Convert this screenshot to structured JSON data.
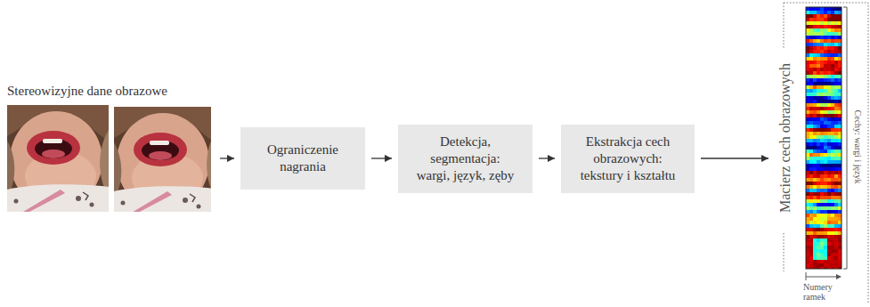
{
  "diagram": {
    "nodes": [
      {
        "text": [
          "Stereowizyjne dane obrazowe"
        ]
      },
      {
        "text": [
          "Ograniczenie nagrania"
        ]
      },
      {
        "text": [
          "Detekcja, segmentacja: wargi, język, zęby"
        ]
      },
      {
        "text": [
          "Ekstrakcja cech obrazowych: tekstury i kształtu"
        ]
      },
      {
        "text": [
          "Macierz cech obrazowych"
        ]
      }
    ],
    "edges": [
      {
        "from": 0,
        "to": 1,
        "arrow": "to"
      },
      {
        "from": 1,
        "to": 2,
        "arrow": "to"
      },
      {
        "from": 2,
        "to": 3,
        "arrow": "to"
      },
      {
        "from": 3,
        "to": 4,
        "arrow": "to"
      }
    ],
    "labels": [
      "Cechy: wargi i język",
      "Numery ramek"
    ]
  }
}
